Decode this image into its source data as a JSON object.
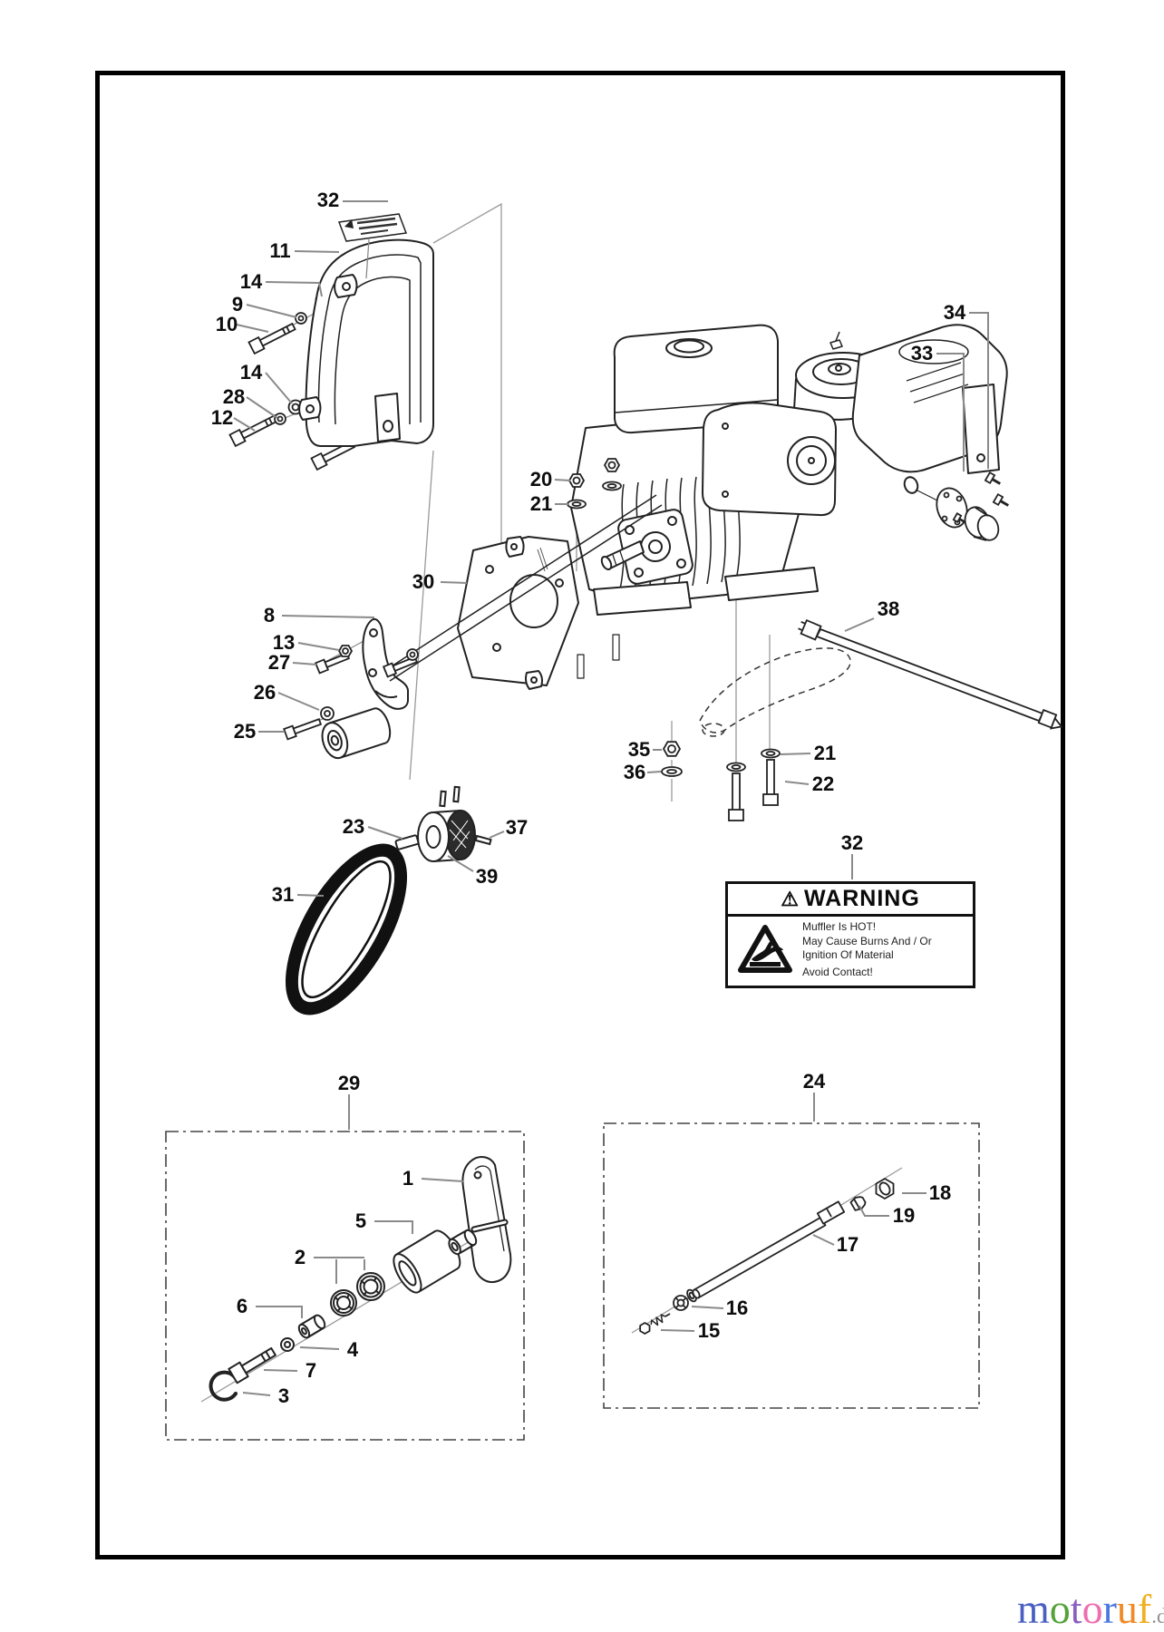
{
  "labels": {
    "32a": "32",
    "11": "11",
    "14a": "14",
    "9": "9",
    "10": "10",
    "14b": "14",
    "28": "28",
    "12": "12",
    "20": "20",
    "21a": "21",
    "30": "30",
    "8": "8",
    "13": "13",
    "27": "27",
    "26": "26",
    "25": "25",
    "23": "23",
    "37": "37",
    "31": "31",
    "39": "39",
    "35": "35",
    "36": "36",
    "21b": "21",
    "22": "22",
    "32b": "32",
    "34": "34",
    "33": "33",
    "38": "38",
    "29": "29",
    "24": "24",
    "1": "1",
    "5": "5",
    "2": "2",
    "6": "6",
    "4": "4",
    "7": "7",
    "3": "3",
    "18": "18",
    "19": "19",
    "17": "17",
    "16": "16",
    "15": "15"
  },
  "warning_box": {
    "icon": "⚠",
    "header": "WARNING",
    "lines": [
      "Muffler Is HOT!",
      "May Cause Burns And / Or",
      "Ignition Of Material",
      "Avoid Contact!"
    ]
  },
  "logo": {
    "letters": [
      {
        "ch": "m",
        "style": "color:#4a5fc1"
      },
      {
        "ch": "o",
        "style": "color:#55a23a"
      },
      {
        "ch": "t",
        "style": "color:#8a5fc0"
      },
      {
        "ch": "o",
        "style": "color:#ee6fb0"
      },
      {
        "ch": "r",
        "style": "color:#4a78e0"
      },
      {
        "ch": "u",
        "style": "color:#f08a28"
      },
      {
        "ch": "f",
        "style": "color:#f0b020"
      }
    ],
    "tld": ".de",
    "tld_style": "color:#8f8f8f"
  }
}
